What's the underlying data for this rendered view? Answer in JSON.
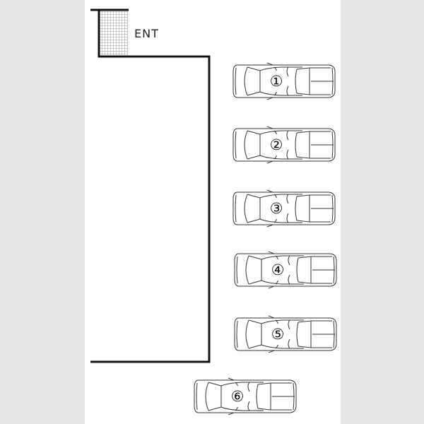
{
  "entrance": {
    "label": "ENT"
  },
  "spaces": [
    {
      "number": "①"
    },
    {
      "number": "②"
    },
    {
      "number": "③"
    },
    {
      "number": "④"
    },
    {
      "number": "⑤"
    },
    {
      "number": "⑥"
    }
  ],
  "colors": {
    "wall": "#111111",
    "background": "#e6e6e6",
    "sheet": "#ffffff",
    "car_stroke": "#333333",
    "hatch": "#9a9a9a"
  }
}
